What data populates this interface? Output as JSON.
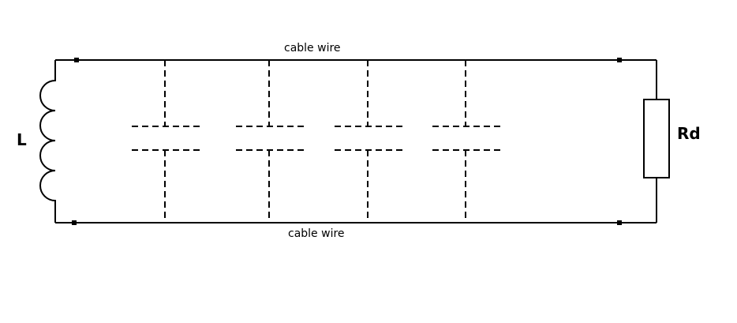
{
  "labels": {
    "inductor": "L",
    "resistor": "Rd",
    "top_wire": "cable wire",
    "bottom_wire": "cable wire"
  },
  "capacitor_count": 4,
  "colors": {
    "line": "#000000",
    "background": "#ffffff"
  }
}
